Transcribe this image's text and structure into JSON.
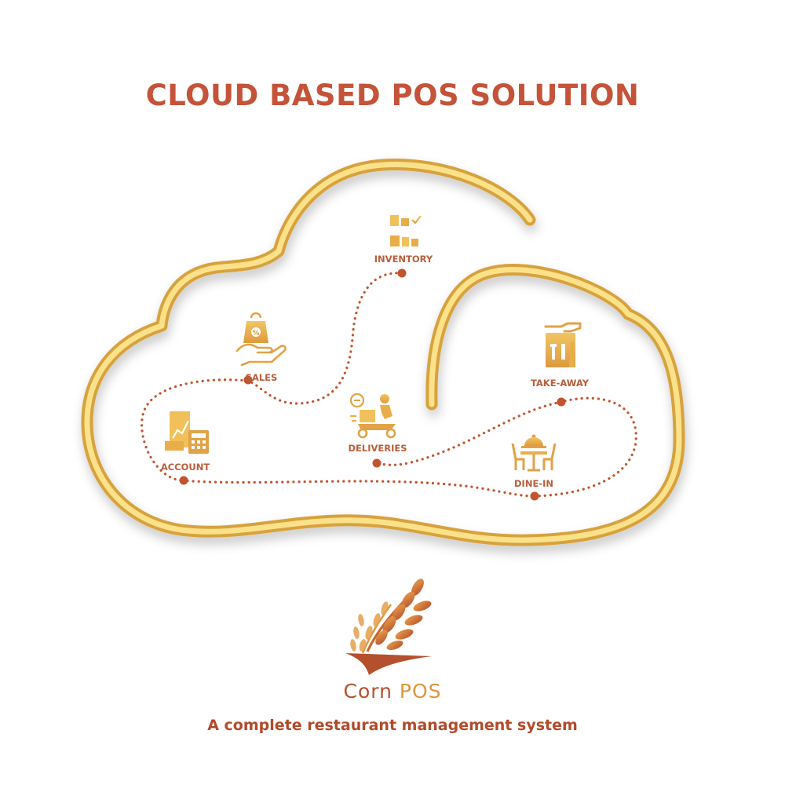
{
  "header": {
    "title": "CLOUD BASED POS SOLUTION"
  },
  "nodes": [
    {
      "id": "inventory",
      "label": "INVENTORY",
      "icon": "warehouse-shelf-icon"
    },
    {
      "id": "sales",
      "label": "SALES",
      "icon": "hand-shopping-bag-icon"
    },
    {
      "id": "take_away",
      "label": "TAKE-AWAY",
      "icon": "takeaway-bag-icon"
    },
    {
      "id": "account",
      "label": "ACCOUNT",
      "icon": "accounting-calculator-icon"
    },
    {
      "id": "deliveries",
      "label": "DELIVERIES",
      "icon": "delivery-scooter-icon"
    },
    {
      "id": "dine_in",
      "label": "DINE-IN",
      "icon": "dining-table-icon"
    }
  ],
  "brand": {
    "name_part1": "Corn ",
    "name_part2": "POS",
    "tagline": "A complete restaurant management system",
    "logo_icon": "wheat-logo-icon"
  },
  "colors": {
    "title": "#c4533a",
    "label": "#b85e3c",
    "dot": "#c2532f",
    "icon": "#e4a545",
    "cloud_outer": "#d7a23d",
    "cloud_inner": "#fbe28a",
    "brand_dark": "#b5502e",
    "brand_light": "#e0953e"
  }
}
